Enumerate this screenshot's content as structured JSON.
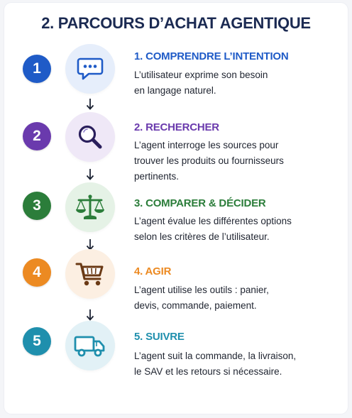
{
  "title": "2. PARCOURS D’ACHAT AGENTIQUE",
  "steps": [
    {
      "number": "1",
      "color": "#1f5bc7",
      "bg": "#e6eefb",
      "icon": "chat-bubble-icon",
      "heading": "1. COMPRENDRE L’INTENTION",
      "lines": [
        "L’utilisateur exprime son besoin",
        "en langage naturel."
      ]
    },
    {
      "number": "2",
      "color": "#6a3aad",
      "bg": "#efe8f7",
      "icon": "magnifier-icon",
      "heading": "2. RECHERCHER",
      "lines": [
        "L’agent interroge les sources pour",
        "trouver les produits ou fournisseurs",
        "pertinents."
      ]
    },
    {
      "number": "3",
      "color": "#2b7d3a",
      "bg": "#e5f2e6",
      "icon": "balance-scale-icon",
      "heading": "3. COMPARER & DÉCIDER",
      "lines": [
        "L’agent évalue les différentes options",
        "selon les critères de l’utilisateur."
      ]
    },
    {
      "number": "4",
      "color": "#ec8a22",
      "bg": "#fcefe2",
      "icon": "shopping-cart-icon",
      "heading": "4. AGIR",
      "lines": [
        "L’agent utilise les outils : panier,",
        "devis, commande, paiement."
      ]
    },
    {
      "number": "5",
      "color": "#1f8fad",
      "bg": "#e2f1f6",
      "icon": "delivery-truck-icon",
      "heading": "5. SUIVRE",
      "lines": [
        "L’agent suit la commande, la livraison,",
        "le SAV et les retours si nécessaire."
      ]
    }
  ]
}
